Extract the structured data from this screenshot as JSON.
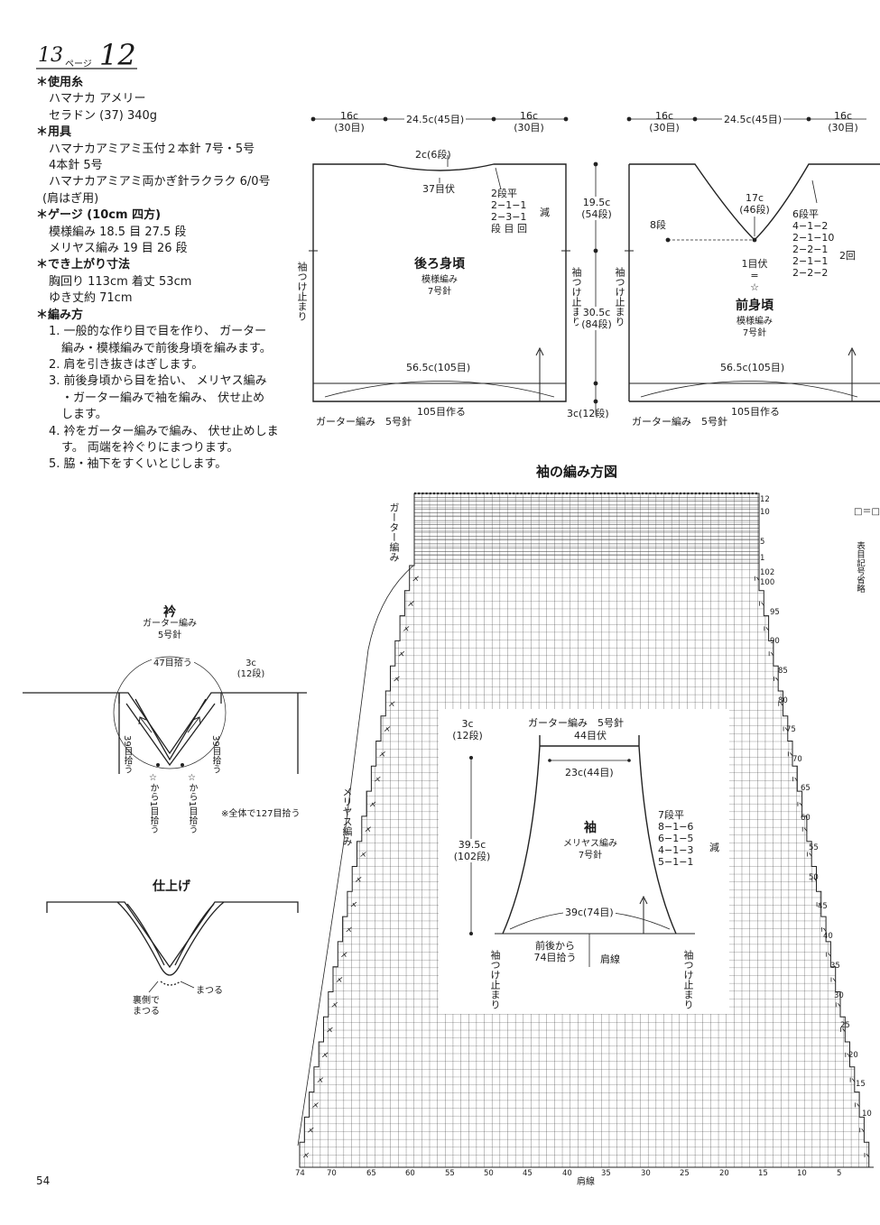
{
  "header": {
    "page_ref": "13",
    "page_unit": "ページ",
    "item_no": "12"
  },
  "instructions": [
    {
      "text": "＊使用糸",
      "head": true
    },
    {
      "text": "ハマナカ アメリー",
      "indent": 1
    },
    {
      "text": "セラドン (37) 340g",
      "indent": 1
    },
    {
      "text": "＊用具",
      "head": true
    },
    {
      "text": "ハマナカアミアミ玉付２本針 7号・5号",
      "indent": 1
    },
    {
      "text": "4本針 5号",
      "indent": 1
    },
    {
      "text": "ハマナカアミアミ両かぎ針ラクラク 6/0号",
      "indent": 1
    },
    {
      "text": "(肩はぎ用)",
      "indent": 0.5
    },
    {
      "text": "＊ゲージ (10cm 四方)",
      "head": true
    },
    {
      "text": "模様編み 18.5 目 27.5 段",
      "indent": 1
    },
    {
      "text": "メリヤス編み 19 目 26 段",
      "indent": 1
    },
    {
      "text": "＊でき上がり寸法",
      "head": true
    },
    {
      "text": "胸回り 113cm 着丈 53cm",
      "indent": 1
    },
    {
      "text": "ゆき丈約 71cm",
      "indent": 1
    },
    {
      "text": "＊編み方",
      "head": true
    },
    {
      "text": "1. 一般的な作り目で目を作り、 ガーター",
      "indent": 1
    },
    {
      "text": "編み・模様編みで前後身頃を編みます。",
      "indent": 2
    },
    {
      "text": "2. 肩を引き抜きはぎします。",
      "indent": 1
    },
    {
      "text": "3. 前後身頃から目を拾い、 メリヤス編み",
      "indent": 1
    },
    {
      "text": "・ガーター編みで袖を編み、 伏せ止め",
      "indent": 2
    },
    {
      "text": "します。",
      "indent": 2
    },
    {
      "text": "4. 衿をガーター編みで編み、 伏せ止めしま",
      "indent": 1
    },
    {
      "text": "す。 両端を衿ぐりにまつります。",
      "indent": 2
    },
    {
      "text": "5. 脇・袖下をすくいとじします。",
      "indent": 1
    }
  ],
  "back": {
    "top_left": "16c\n(30目)",
    "top_mid": "24.5c(45目)",
    "top_right": "16c\n(30目)",
    "neck_depth": "2c(6段)",
    "bind_off": "37目伏",
    "shaping": "2段平\n2−1−1\n2−3−1\n段 目 回",
    "shaping_dec": "減",
    "title": "後ろ身頃",
    "pattern": "模様編み",
    "needle": "7号針",
    "sleeve_mark": "袖つけ止まり",
    "width": "56.5c(105目)",
    "cast_on": "105目作る",
    "garter": "ガーター編み　5号針"
  },
  "middle": {
    "upper": "19.5c\n(54段)",
    "lower": "30.5c\n(84段)",
    "bottom": "3c(12段)",
    "sleeve_mark_left": "袖つけ止まり",
    "sleeve_mark_right": "袖つけ止まり"
  },
  "front": {
    "top_left": "16c\n(30目)",
    "top_mid": "24.5c(45目)",
    "top_right": "16c\n(30目)",
    "v_depth": "17c\n(46段)",
    "rows8": "8段",
    "center": "1目伏\n=\n☆",
    "shaping": "6段平\n4−1−2\n2−1−10\n2−2−1\n2−1−1\n2−2−2",
    "times": "2回",
    "title": "前身頃",
    "pattern": "模様編み",
    "needle": "7号針",
    "width": "56.5c(105目)",
    "cast_on": "105目作る",
    "garter": "ガーター編み　5号針"
  },
  "chart_title": "袖の編み方図",
  "chart_labels": {
    "garter": "ガーター編み",
    "stockinette": "メリヤス編み",
    "shoulder": "肩線",
    "legend": "□＝□",
    "legend_note": "表目記号省略"
  },
  "row_numbers": [
    "12",
    "10",
    "5",
    "1",
    "102",
    "100",
    "95",
    "90",
    "85",
    "80",
    "75",
    "70",
    "65",
    "60",
    "55",
    "50",
    "45",
    "40",
    "35",
    "30",
    "25",
    "20",
    "15",
    "10"
  ],
  "col_numbers": [
    "74",
    "70",
    "65",
    "60",
    "55",
    "50",
    "45",
    "40",
    "35",
    "30",
    "25",
    "20",
    "15",
    "10",
    "5"
  ],
  "sleeve": {
    "top_rows": "3c\n(12段)",
    "top_garter": "ガーター編み　5号針",
    "bind_off": "44目伏",
    "top_width": "23c(44目)",
    "length": "39.5c\n(102段)",
    "title": "袖",
    "pattern": "メリヤス編み",
    "needle": "7号針",
    "shaping": "7段平\n8−1−6\n6−1−5\n4−1−3\n5−1−1",
    "shaping_dec": "減",
    "bottom_width": "39c(74目)",
    "pickup": "前後から\n74目拾う",
    "shoulder_line": "肩線",
    "mark_left": "袖つけ止まり",
    "mark_right": "袖つけ止まり"
  },
  "collar": {
    "title": "衿",
    "garter": "ガーター編み",
    "needle": "5号針",
    "pick_top": "47目拾う",
    "rows": "3c\n(12段)",
    "pick_left": "39目拾う",
    "pick_right": "39目拾う",
    "star_left": "☆から1目拾う",
    "star_right": "☆から1目拾う",
    "total": "※全体で127目拾う"
  },
  "finish": {
    "title": "仕上げ",
    "whip": "まつる",
    "back_whip": "裏側で\nまつる"
  },
  "page_number": "54"
}
